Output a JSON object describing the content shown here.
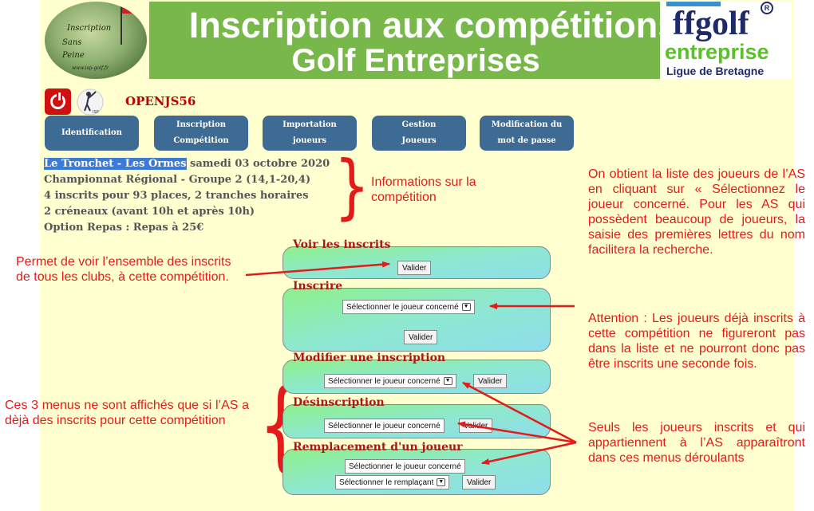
{
  "header": {
    "logo_text": [
      "Inscription",
      "Sans",
      "Peine"
    ],
    "logo_url": "www.isp-golf.fr",
    "title_line1": "Inscription aux compétitions",
    "title_line2": "Golf Entreprises",
    "ff_name": "ffgolf",
    "ff_entreprise": "entreprise",
    "ff_ligue": "Ligue de Bretagne"
  },
  "user": {
    "name": "OPENJS56"
  },
  "nav": [
    {
      "line1": "Identification",
      "line2": ""
    },
    {
      "line1": "Inscription",
      "line2": "Compétition"
    },
    {
      "line1": "Importation",
      "line2": "joueurs"
    },
    {
      "line1": "Gestion",
      "line2": "Joueurs"
    },
    {
      "line1": "Modification du",
      "line2": "mot de passe"
    }
  ],
  "competition": {
    "venue": "Le Tronchet - Les Ormes",
    "date": "samedi 03 octobre 2020",
    "line2": "Championnat Régional - Groupe 2 (14,1-20,4)",
    "line3": "4 inscrits pour 93 places, 2 tranches horaires",
    "line4": "2 créneaux (avant 10h et après 10h)",
    "line5": "Option Repas : Repas à 25€"
  },
  "boxes": {
    "voir": {
      "legend": "Voir les inscrits",
      "button": "Valider"
    },
    "inscrire": {
      "legend": "Inscrire",
      "select": "Sélectionner le joueur concerné",
      "button": "Valider"
    },
    "modifier": {
      "legend": "Modifier une inscription",
      "select": "Sélectionner le joueur concerné",
      "button": "Valider"
    },
    "desinscription": {
      "legend": "Désinscription",
      "select": "Sélectionner le joueur concerné",
      "button": "Valider"
    },
    "remplacement": {
      "legend": "Remplacement d'un joueur",
      "select1": "Sélectionner le joueur concerné",
      "select2": "Sélectionner le remplaçant",
      "button": "Valider"
    }
  },
  "notes": {
    "info": "Informations sur la compétition",
    "voir": "Permet de voir l’ensemble des inscrits de tous les clubs, à cette compétition.",
    "liste": "On obtient la liste des joueurs de l’AS en cliquant sur « Sélectionnez le joueur concerné. Pour les AS qui possèdent beaucoup de joueurs, la saisie des premières lettres du nom facilitera la recherche.",
    "attention": "Attention : Les joueurs déjà inscrits à cette compétition ne figureront pas dans la liste et ne pourront donc pas être inscrits une seconde fois.",
    "menus": "Ces 3 menus ne sont affichés que si l’AS a dèjà des inscrits pour cette compétition",
    "seuls": "Seuls les joueurs inscrits et qui appartiennent à l’AS apparaîtront dans ces menus déroulants"
  },
  "colors": {
    "annotation": "#e31b1b",
    "nav_button": "#3d6b93",
    "banner": "#78b84a",
    "page_bg": "#ffffd0"
  }
}
